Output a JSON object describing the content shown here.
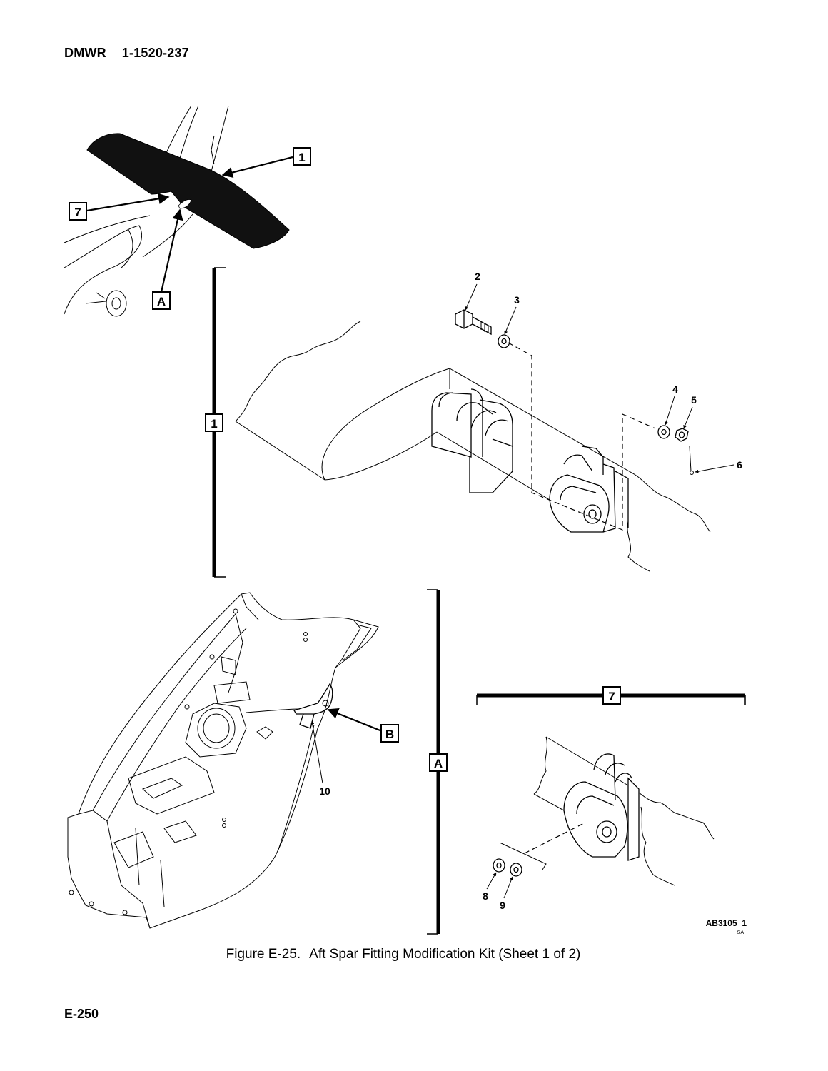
{
  "header": {
    "doc_type": "DMWR",
    "doc_number": "1-1520-237"
  },
  "figure": {
    "number": "Figure E-25.",
    "title": "Aft Spar Fitting Modification Kit (Sheet 1 of 2)",
    "drawing_id": "AB3105_1",
    "drawing_sub": "SA"
  },
  "callouts": {
    "boxed": {
      "c1_top": "1",
      "c7_top": "7",
      "cA_top": "A",
      "c1_bar": "1",
      "cB": "B",
      "cA_bar": "A",
      "c7_bar": "7"
    },
    "plain": {
      "n2": "2",
      "n3": "3",
      "n4": "4",
      "n5": "5",
      "n6": "6",
      "n8": "8",
      "n9": "9",
      "n10": "10"
    }
  },
  "footer": {
    "page": "E-250"
  }
}
